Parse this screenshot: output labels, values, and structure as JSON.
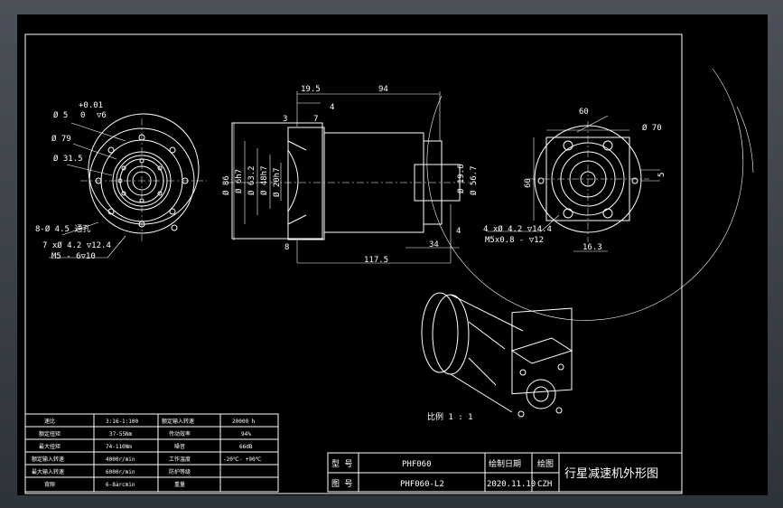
{
  "colors": {
    "background": "#000000",
    "line": "#ffffff",
    "frame": "#3a3f47"
  },
  "front_view": {
    "tol_upper": "+0.01",
    "tol_lower": "0",
    "bore_dia": "Ø 5",
    "bore_depth": "▽6",
    "pcd": "Ø 79",
    "pilot": "Ø 31.5",
    "holes_outer": "8-Ø 4.5 通孔",
    "holes_inner_1": "7 xØ  4.2 ▽12.4",
    "holes_inner_2": "M5 - 6▽10"
  },
  "side_view": {
    "dims": [
      "19.5",
      "94",
      "4",
      "3",
      "7",
      "8",
      "34",
      "117.5",
      "4"
    ],
    "dias_left": [
      "Ø 86",
      "Ø 6h7",
      "Ø 63.2",
      "Ø 48h7",
      "Ø 20h7"
    ],
    "dias_right": [
      "Ø 19.6",
      "Ø 56.7"
    ]
  },
  "flange_view": {
    "width": "60",
    "pcd": "Ø 70",
    "height": "60",
    "key": "5",
    "holes_1": "4 xØ 4.2 ▽14.4",
    "holes_2": "M5x0.8 - ▽12",
    "key_width": "16.3"
  },
  "iso_label": "比例 1 : 1",
  "spec_table": [
    [
      "速比",
      "3:16-1:100",
      "额定输入转速",
      "20000 h"
    ],
    [
      "额定扭矩",
      "37-55Nm",
      "传动效率",
      "94%"
    ],
    [
      "最大扭矩",
      "74-110Nm",
      "噪音",
      "66dB"
    ],
    [
      "额定输入转速",
      "4000r/min",
      "工作温度",
      "-20℃- +90℃"
    ],
    [
      "最大输入转速",
      "6000r/min",
      "防护等级",
      ""
    ],
    [
      "背隙",
      "6-8arcmin",
      "重量",
      ""
    ]
  ],
  "title_block": {
    "model_label": "型 号",
    "model": "PHF060",
    "drawing_no_label": "图 号",
    "drawing_no": "PHF060-L2",
    "date_label": "绘制日期",
    "date": "2020.11.10",
    "drawer_label": "绘图",
    "drawer": "CZH",
    "title": "行星减速机外形图"
  }
}
